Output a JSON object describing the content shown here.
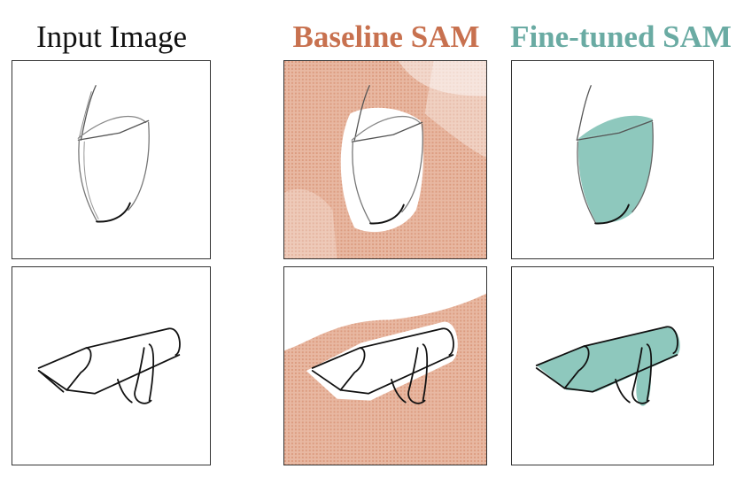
{
  "columns": [
    {
      "title": "Input Image",
      "color": "#111111"
    },
    {
      "title": "Baseline SAM",
      "color": "#c8714f"
    },
    {
      "title": "Fine-tuned SAM",
      "color": "#6aaba3"
    }
  ],
  "colors": {
    "baseline_mask": "#e0a58a",
    "finetuned_mask": "#8ec8bd",
    "stroke": "#222222",
    "light_stroke": "#888888"
  }
}
